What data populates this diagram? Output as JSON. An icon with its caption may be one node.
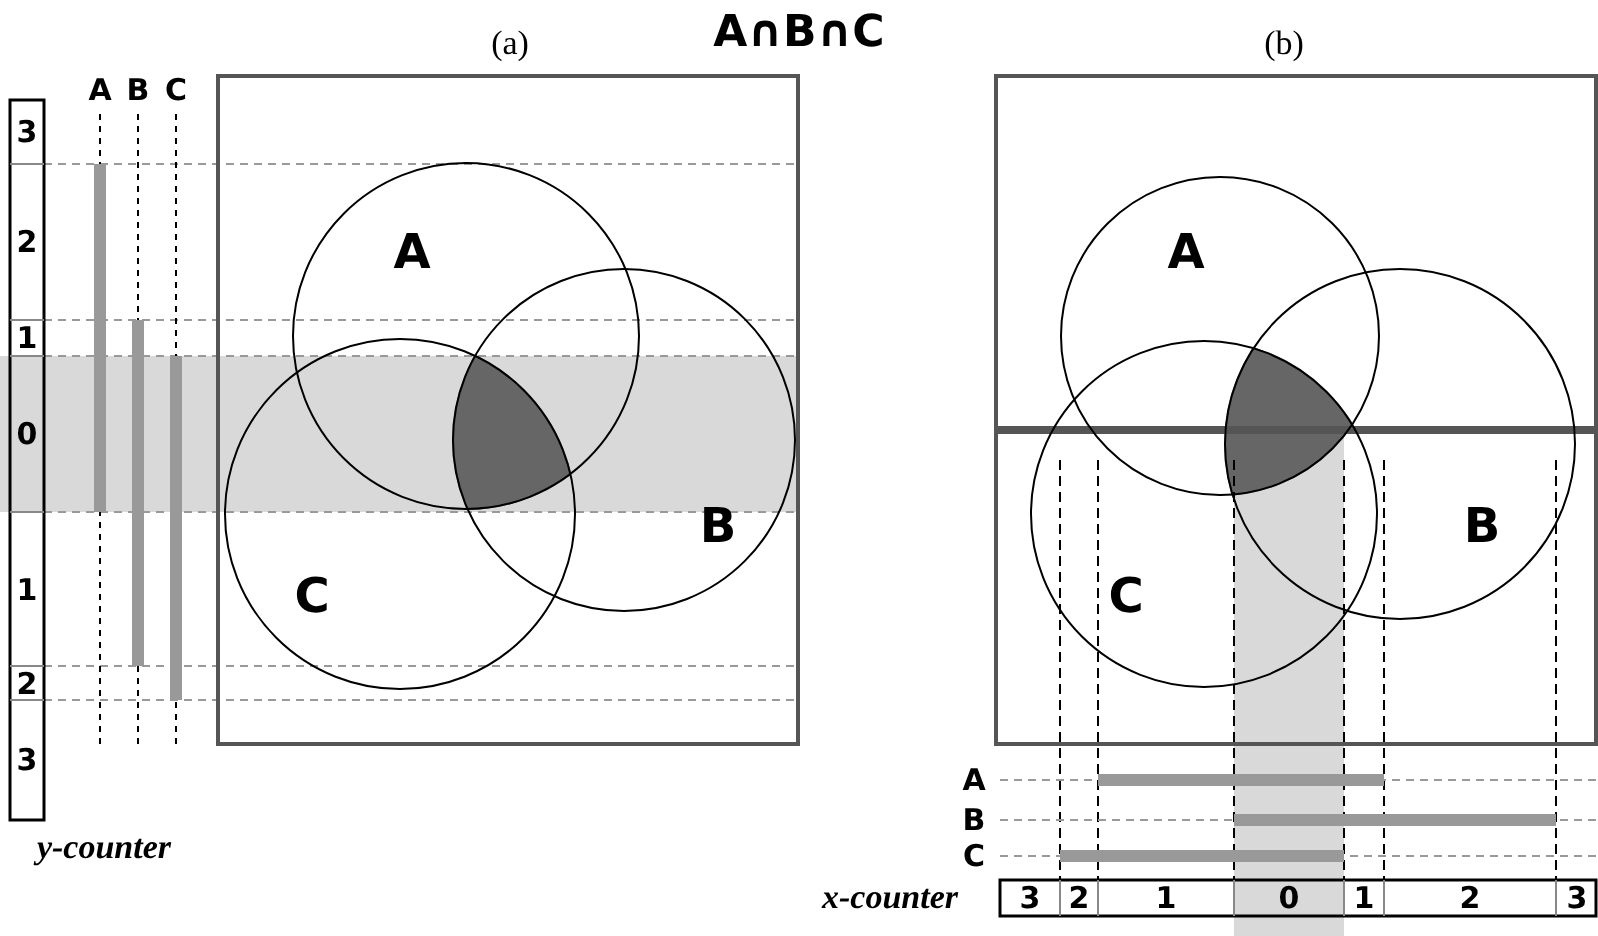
{
  "diagram": {
    "title": "A∩B∩C",
    "nodes": [
      {
        "text": [
          "(a)"
        ]
      },
      {
        "text": [
          "A"
        ],
        "in": 0
      },
      {
        "text": [
          "B"
        ],
        "in": 0
      },
      {
        "text": [
          "C"
        ],
        "in": 0
      },
      {
        "text": [
          "(b)"
        ]
      },
      {
        "text": [
          "A"
        ],
        "in": 4
      },
      {
        "text": [
          "B"
        ],
        "in": 4
      },
      {
        "text": [
          "C"
        ],
        "in": 4
      }
    ],
    "edges": [],
    "labels": [
      "A",
      "B",
      "C",
      "3",
      "2",
      "1",
      "0",
      "1",
      "2",
      "3",
      "y-counter",
      "A",
      "B",
      "C",
      "x-counter",
      "3",
      "2",
      "1",
      "0",
      "1",
      "2",
      "3"
    ]
  }
}
